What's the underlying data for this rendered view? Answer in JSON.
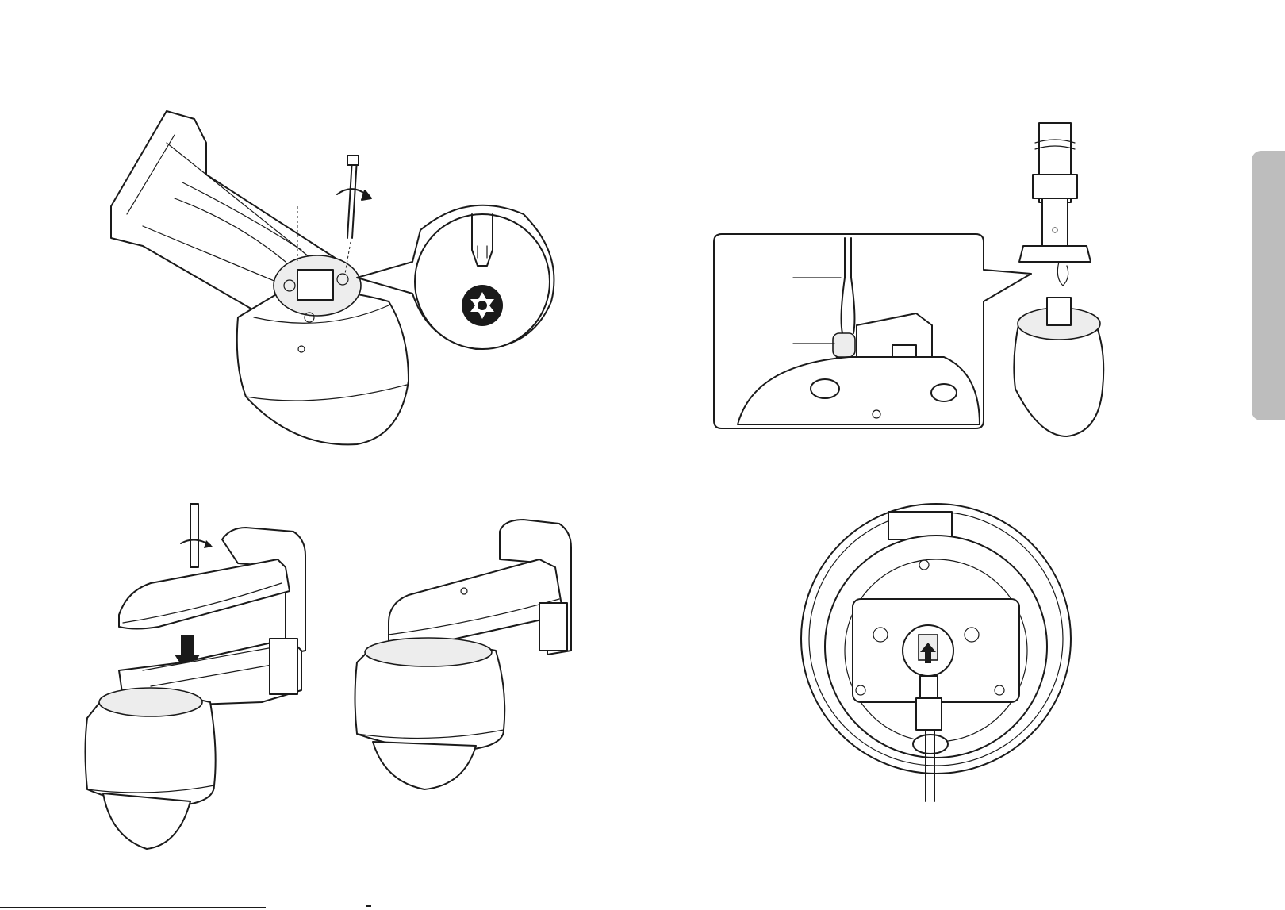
{
  "document": {
    "type": "installation-manual-spread",
    "illustrations": [
      {
        "id": "bracket-screw-fastening",
        "icon": "torx-screwdriver-detail"
      },
      {
        "id": "pendant-mount-safety-wire",
        "icon": "safety-wire-callout"
      },
      {
        "id": "wall-mount-assembly",
        "icon": "screwdriver-rotation"
      },
      {
        "id": "wall-mount-assembled",
        "icon": "camera-on-bracket"
      },
      {
        "id": "cable-connection-bottom-view",
        "icon": "connector-insert-arrow"
      }
    ],
    "side_tab_color": "#bdbdbd",
    "line_color": "#1a1a1a"
  }
}
